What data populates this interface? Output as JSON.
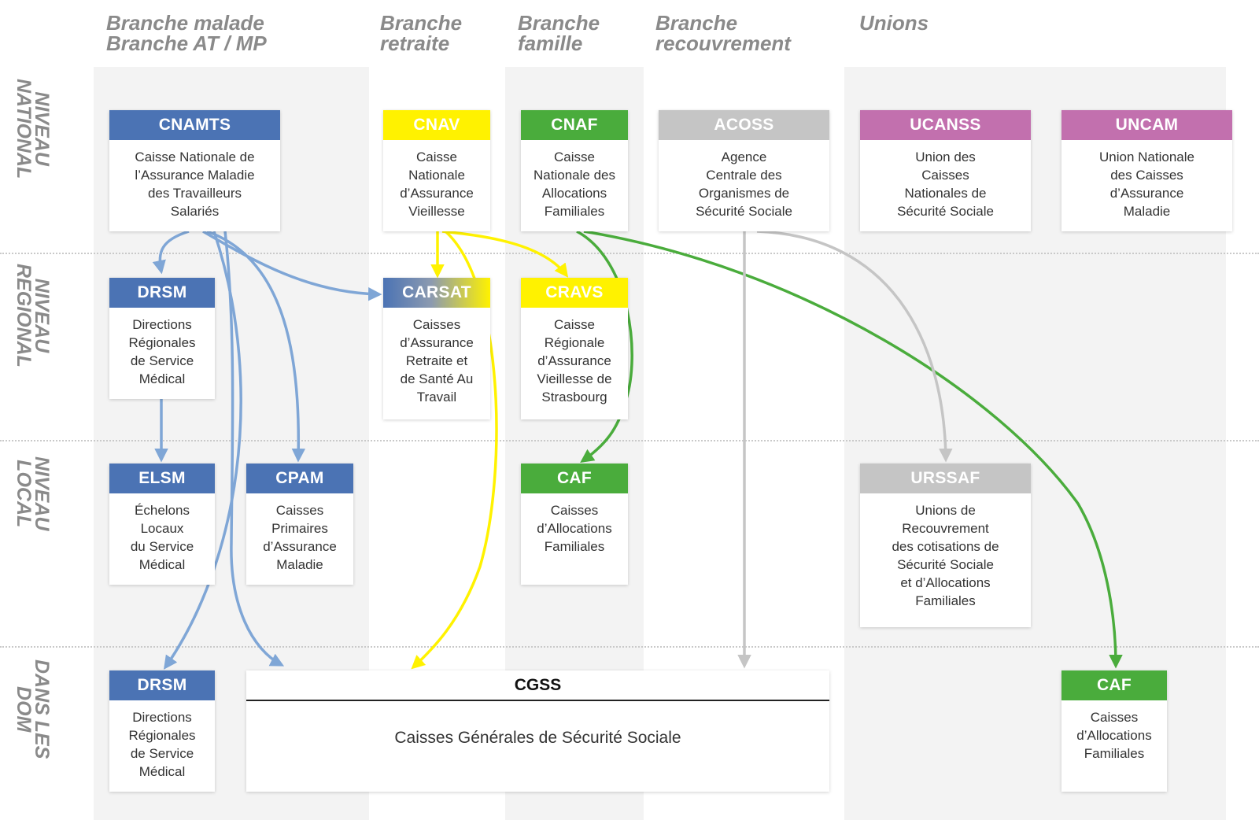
{
  "columns": {
    "maladie": "Branche malade\nBranche AT / MP",
    "retraite": "Branche\nretraite",
    "famille": "Branche\nfamille",
    "recouvrement": "Branche\nrecouvrement",
    "unions": "Unions"
  },
  "rows": {
    "national": "NIVEAU\nNATIONAL",
    "regional": "NIVEAU\nREGIONAL",
    "local": "NIVEAU\nLOCAL",
    "dom": "DANS LES\nDOM"
  },
  "colors": {
    "blue": "#4b73b4",
    "yellow": "#fff200",
    "green": "#4aac3c",
    "gray": "#c5c5c5",
    "pink": "#c270ae",
    "arrow_blue": "#7fa6d6",
    "arrow_yellow": "#fff200",
    "arrow_green": "#4aac3c",
    "arrow_gray": "#c5c5c5"
  },
  "cards": {
    "cnamts": {
      "title": "CNAMTS",
      "desc": "Caisse Nationale de\nl’Assurance Maladie\ndes Travailleurs\nSalariés"
    },
    "cnav": {
      "title": "CNAV",
      "desc": "Caisse\nNationale\nd’Assurance\nVieillesse"
    },
    "cnaf": {
      "title": "CNAF",
      "desc": "Caisse\nNationale des\nAllocations\nFamiliales"
    },
    "acoss": {
      "title": "ACOSS",
      "desc": "Agence\nCentrale des\nOrganismes de\nSécurité Sociale"
    },
    "ucanss": {
      "title": "UCANSS",
      "desc": "Union des\nCaisses\nNationales de\nSécurité Sociale"
    },
    "uncam": {
      "title": "UNCAM",
      "desc": "Union Nationale\ndes Caisses\nd’Assurance\nMaladie"
    },
    "drsm": {
      "title": "DRSM",
      "desc": "Directions\nRégionales\nde Service\nMédical"
    },
    "carsat": {
      "title": "CARSAT",
      "desc": "Caisses\nd’Assurance\nRetraite et\nde Santé Au\nTravail"
    },
    "cravs": {
      "title": "CRAVS",
      "desc": "Caisse\nRégionale\nd’Assurance\nVieillesse de\nStrasbourg"
    },
    "elsm": {
      "title": "ELSM",
      "desc": "Échelons\nLocaux\ndu Service\nMédical"
    },
    "cpam": {
      "title": "CPAM",
      "desc": "Caisses\nPrimaires\nd’Assurance\nMaladie"
    },
    "caf_local": {
      "title": "CAF",
      "desc": "Caisses\nd’Allocations\nFamiliales"
    },
    "urssaf": {
      "title": "URSSAF",
      "desc": "Unions de\nRecouvrement\ndes cotisations de\nSécurité Sociale\net d’Allocations\nFamiliales"
    },
    "drsm_dom": {
      "title": "DRSM",
      "desc": "Directions\nRégionales\nde Service\nMédical"
    },
    "caf_dom": {
      "title": "CAF",
      "desc": "Caisses\nd’Allocations\nFamiliales"
    }
  },
  "cgss": {
    "title": "CGSS",
    "desc": "Caisses Générales de Sécurité Sociale"
  }
}
